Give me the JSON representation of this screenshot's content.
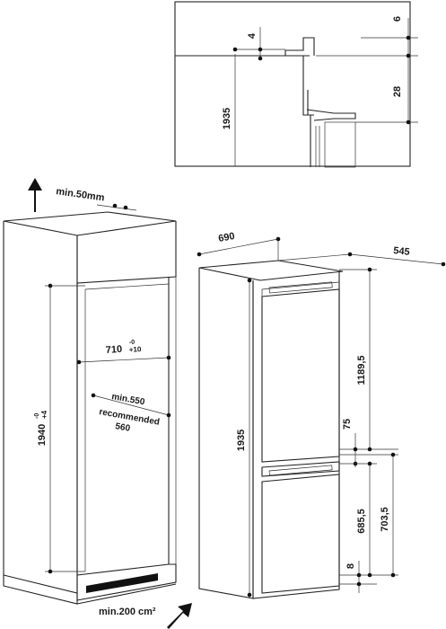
{
  "detail": {
    "dim_6": "6",
    "dim_4": "4",
    "dim_28": "28",
    "dim_1935": "1935"
  },
  "niche": {
    "min_gap": "min.50mm",
    "width_main": "710",
    "width_sup": "-0",
    "width_sub": "+10",
    "height_main": "1940",
    "height_sup": "-0",
    "height_sub": "+4",
    "depth_min": "min.550",
    "depth_rec_1": "recommended",
    "depth_rec_2": "560",
    "vent": "min.200 cm²"
  },
  "fridge": {
    "width": "690",
    "depth": "545",
    "height": "1935",
    "door_upper": "1189,5",
    "gap": "75",
    "door_lower_1": "685,5",
    "door_lower_2": "703,5",
    "bottom": "8"
  }
}
